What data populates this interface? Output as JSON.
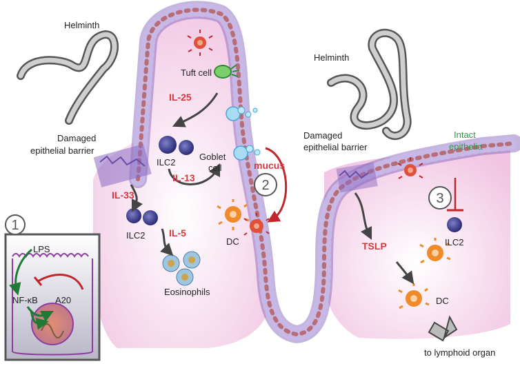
{
  "labels": {
    "helminth_left": "Helminth",
    "helminth_right": "Helminth",
    "tuft_cell": "Tuft cell",
    "damaged_left_1": "Damaged",
    "damaged_left_2": "epithelial barrier",
    "damaged_right_1": "Damaged",
    "damaged_right_2": "epithelial barrier",
    "intact_1": "Intact",
    "intact_2": "epithelia",
    "goblet_1": "Goblet",
    "goblet_2": "cell",
    "ilc2_top": "ILC2",
    "ilc2_mid": "ILC2",
    "ilc2_right": "ILC2",
    "eosinophils": "Eosinophils",
    "dc_mid": "DC",
    "dc_right": "DC",
    "lps": "LPS",
    "nfkb": "NF-κB",
    "a20": "A20",
    "lymphoid": "to lymphoid organ"
  },
  "mediators": {
    "il25": "IL-25",
    "il13": "IL-13",
    "il33": "IL-33",
    "il5": "IL-5",
    "mucus": "mucus",
    "tslp": "TSLP"
  },
  "steps": {
    "one": "1",
    "two": "2",
    "three": "3"
  },
  "colors": {
    "mediator_red": "#d8373b",
    "intact_green": "#2e9a47",
    "epithelium_purple": "#7b5bb5",
    "tissue_pink": "#f3c7e2",
    "ilc2_blue": "#3a3a8c",
    "dc_orange": "#f08a2a"
  }
}
